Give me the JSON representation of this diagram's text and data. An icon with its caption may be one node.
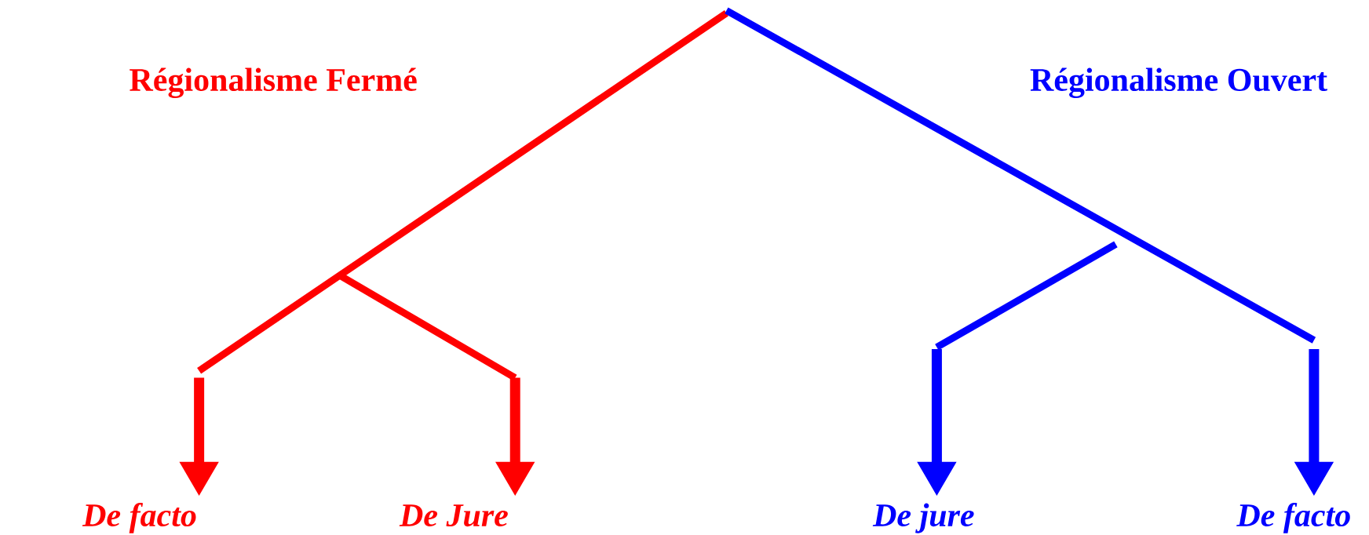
{
  "diagram": {
    "nodes": [
      {
        "text": [
          "Régionalisme Fermé"
        ]
      },
      {
        "text": [
          "Régionalisme Ouvert"
        ]
      },
      {
        "text": [
          "De facto"
        ]
      },
      {
        "text": [
          "De Jure"
        ]
      },
      {
        "text": [
          "De jure"
        ]
      },
      {
        "text": [
          "De facto"
        ]
      }
    ],
    "edges": [
      {
        "from": null,
        "to": 2,
        "arrow": "to",
        "color": "#ff0000"
      },
      {
        "from": null,
        "to": 3,
        "arrow": "to",
        "color": "#ff0000"
      },
      {
        "from": null,
        "to": 4,
        "arrow": "to",
        "color": "#0000ff"
      },
      {
        "from": null,
        "to": 5,
        "arrow": "to",
        "color": "#0000ff"
      }
    ]
  }
}
